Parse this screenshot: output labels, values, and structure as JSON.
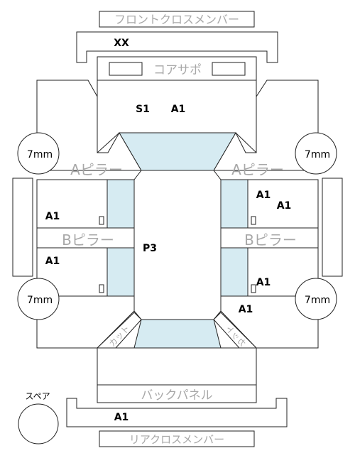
{
  "labels": {
    "front_cross_member": "フロントクロスメンバー",
    "core_support": "コアサポ",
    "a_pillar": "Aピラー",
    "b_pillar": "Bピラー",
    "back_panel": "バックパネル",
    "rear_cross_member": "リアクロスメンバー",
    "spare": "スペア",
    "tire_size": "7mm",
    "cut_left": "カット",
    "cut_right": "カット"
  },
  "codes": {
    "front_cross": "XX",
    "hood_s1": "S1",
    "hood_a1": "A1",
    "front_door_left": "A1",
    "rear_door_left": "A1",
    "front_door_right_1": "A1",
    "front_door_right_2": "A1",
    "roof": "P3",
    "rear_door_right": "A1",
    "rear_fender_right": "A1",
    "rear_bumper": "A1"
  },
  "colors": {
    "glass": "#d6ebf2",
    "outline": "#222222",
    "label_grey": "#a8a8a8"
  }
}
